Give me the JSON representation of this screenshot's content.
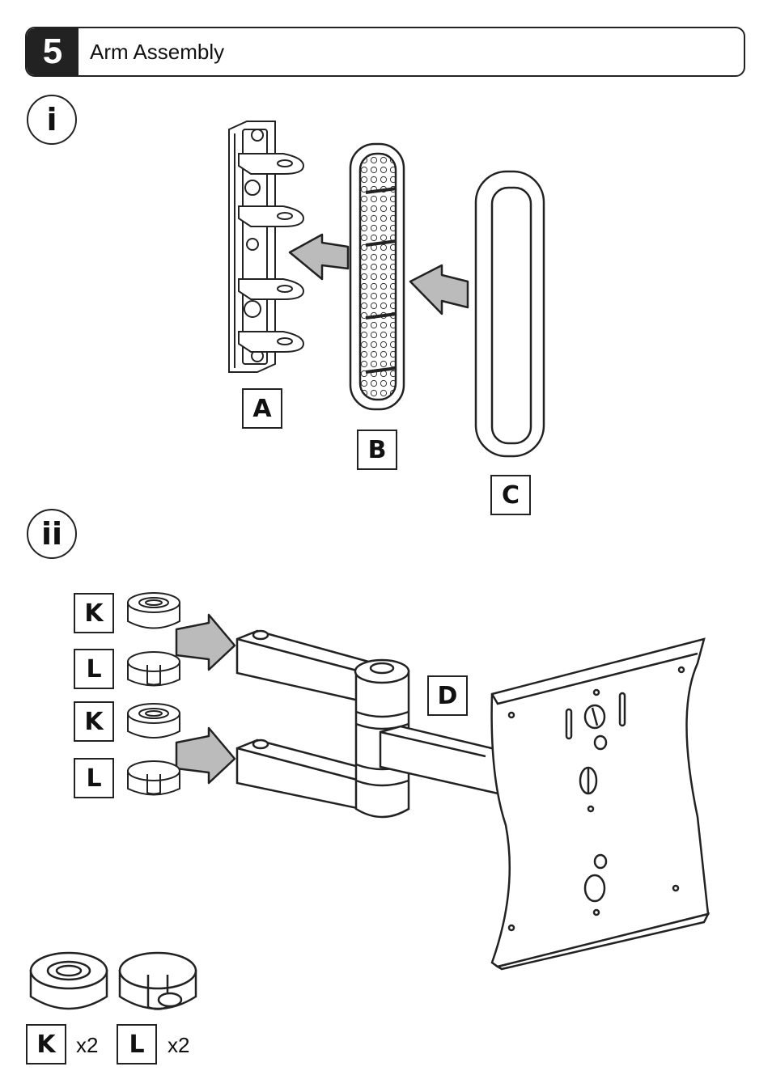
{
  "step": {
    "number": "5",
    "title": "Arm Assembly"
  },
  "substeps": {
    "i": "i",
    "ii": "ii"
  },
  "parts": {
    "A": "A",
    "B": "B",
    "C": "C",
    "D": "D",
    "K": "K",
    "L": "L"
  },
  "legend": {
    "k_qty": "x2",
    "l_qty": "x2"
  }
}
